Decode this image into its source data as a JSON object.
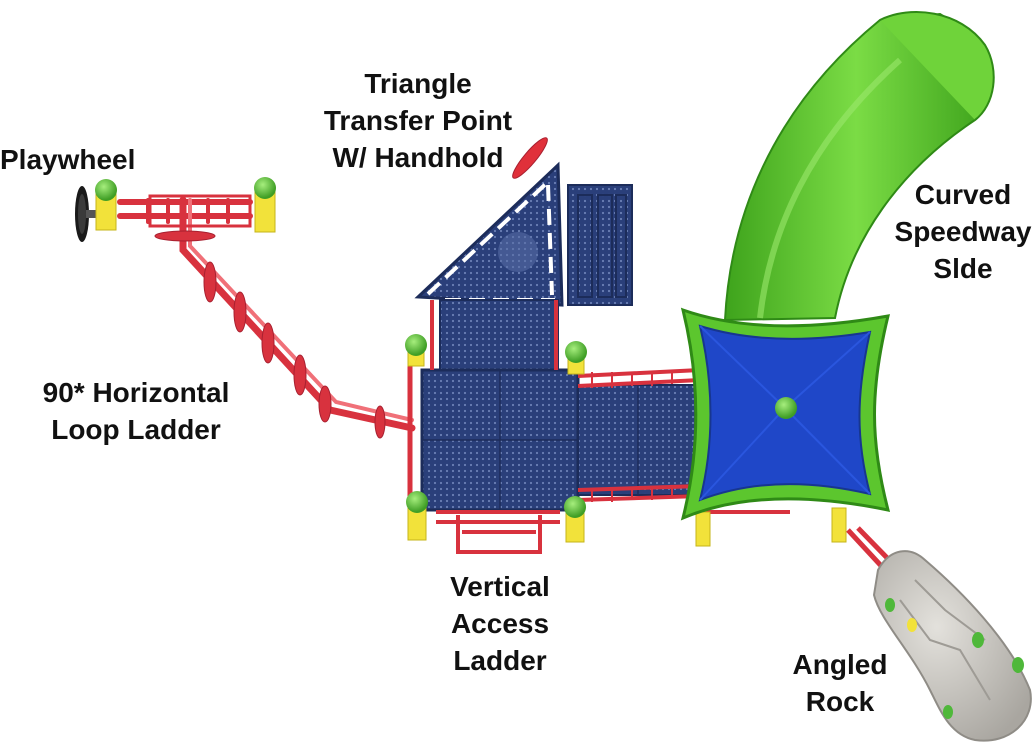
{
  "labels": {
    "playwheel": {
      "lines": [
        "Playwheel"
      ]
    },
    "triangle_transfer": {
      "lines": [
        "Triangle",
        "Transfer Point",
        "W/ Handhold"
      ]
    },
    "curved_slide": {
      "lines": [
        "Curved",
        "Speedway",
        "Slde"
      ]
    },
    "loop_ladder": {
      "lines": [
        "90* Horizontal",
        "Loop Ladder"
      ]
    },
    "vertical_ladder": {
      "lines": [
        "Vertical",
        "Access",
        "Ladder"
      ]
    },
    "angled_rock": {
      "lines": [
        "Angled",
        "Rock"
      ]
    }
  },
  "colors": {
    "deck_blue": "#2a3f7a",
    "roof_blue": "#1f47c8",
    "slide_green": "#5cc62e",
    "rail_red": "#d8323e",
    "post_yellow": "#f2e23a",
    "cap_green": "#5cc845",
    "rock_gray": "#c9c6c0",
    "handhold_red": "#e0303a"
  },
  "icons": [
    "playwheel-icon",
    "handhold-icon",
    "post-cap-icon"
  ]
}
